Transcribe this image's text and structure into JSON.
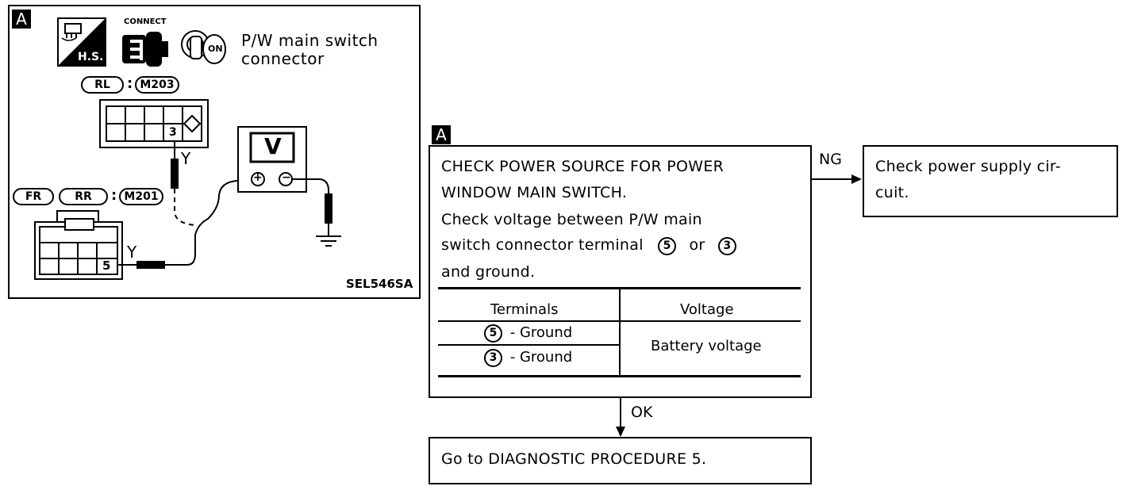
{
  "left_panel": {
    "tag": "A",
    "hs_label": "H.S.",
    "connect_label": "CONNECT",
    "on_label": "ON",
    "title_line1": "P/W main switch",
    "title_line2": "connector",
    "rl_tag": "RL",
    "rl_connector": "M203",
    "fr_tag": "FR",
    "rr_tag": "RR",
    "fr_rr_connector": "M201",
    "colon": ":",
    "terminal_3": "3",
    "terminal_5": "5",
    "wire_color": "Y",
    "meter_label": "V",
    "plus_symbol": "+",
    "minus_symbol": "−",
    "figure_code": "SEL546SA"
  },
  "flow": {
    "tag": "A",
    "check_lines": [
      "CHECK POWER SOURCE FOR POWER",
      "WINDOW MAIN SWITCH.",
      "Check voltage between P/W main",
      "switch connector terminal",
      "and ground."
    ],
    "terminal_a": "5",
    "terminal_b": "3",
    "or_word": "or",
    "table": {
      "col1_header": "Terminals",
      "col2_header": "Voltage",
      "rows": [
        {
          "terminal": "5",
          "label": "- Ground"
        },
        {
          "terminal": "3",
          "label": "- Ground"
        }
      ],
      "voltage_value": "Battery voltage"
    },
    "ng_label": "NG",
    "ok_label": "OK",
    "ng_result_line1": "Check power supply cir-",
    "ng_result_line2": "cuit.",
    "ok_result": "Go to DIAGNOSTIC PROCEDURE 5."
  }
}
